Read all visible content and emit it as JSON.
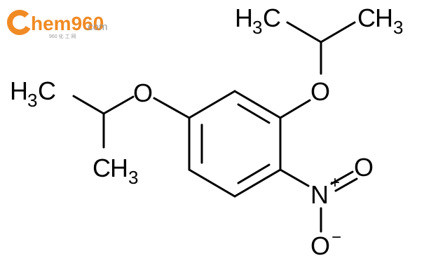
{
  "watermark": {
    "brand": "hem960",
    "domain": ".com",
    "tagline": "960 化 工 网",
    "colors": {
      "orange": "#f08a24",
      "gray": "#9a9a9a"
    }
  },
  "labels": {
    "h": "H",
    "three": "3",
    "c": "C",
    "o": "O",
    "n": "N",
    "plus": "+",
    "minus": "−"
  },
  "colors": {
    "bond": "#000000",
    "text": "#000000"
  }
}
